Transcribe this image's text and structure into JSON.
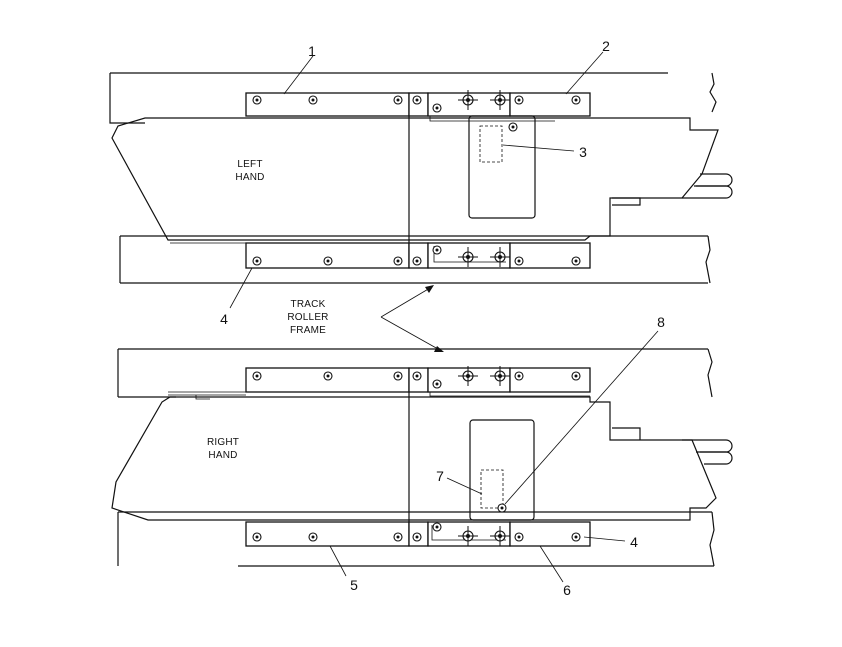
{
  "diagram": {
    "callouts": {
      "c1": "1",
      "c2": "2",
      "c3": "3",
      "c4_top": "4",
      "c8": "8",
      "c7": "7",
      "c4_bottom": "4",
      "c5": "5",
      "c6": "6"
    },
    "labels": {
      "left_hand": [
        "LEFT",
        "HAND"
      ],
      "right_hand": [
        "RIGHT",
        "HAND"
      ],
      "track_roller_frame": [
        "TRACK",
        "ROLLER",
        "FRAME"
      ]
    },
    "colors": {
      "ink": "#111111",
      "paper": "#ffffff"
    }
  }
}
